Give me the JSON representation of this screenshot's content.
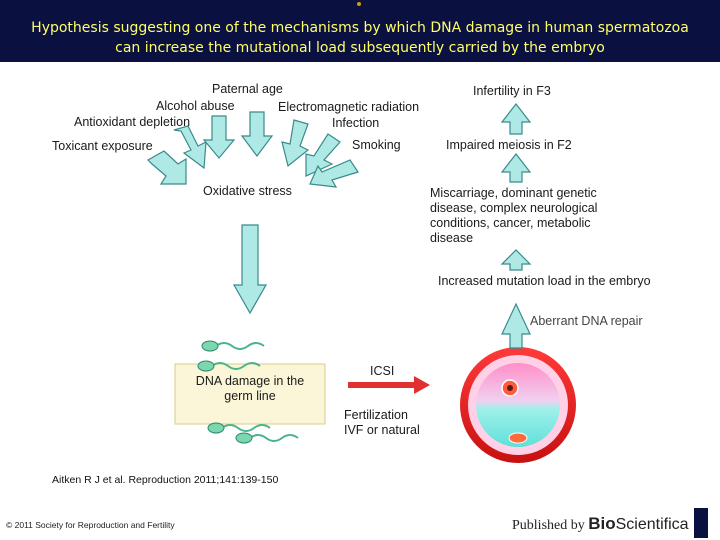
{
  "title": "Hypothesis suggesting one of the mechanisms by which DNA damage in human spermatozoa can increase the mutational load subsequently carried by the embryo",
  "causes": {
    "paternal_age": "Paternal age",
    "alcohol_abuse": "Alcohol abuse",
    "electromagnetic_radiation": "Electromagnetic radiation",
    "antioxidant_depletion": "Antioxidant depletion",
    "infection": "Infection",
    "toxicant_exposure": "Toxicant exposure",
    "smoking": "Smoking"
  },
  "oxidative_stress": "Oxidative stress",
  "dna_damage": "DNA damage in the germ line",
  "icsi": "ICSI",
  "fertilization": "Fertilization IVF or natural",
  "outcomes": {
    "aberrant_dna_repair": "Aberrant DNA repair",
    "increased_mutation_load": "Increased mutation load in the embryo",
    "miscarriage": "Miscarriage, dominant genetic disease, complex neurological conditions, cancer, metabolic disease",
    "impaired_meiosis": "Impaired meiosis in F2",
    "infertility": "Infertility in F3"
  },
  "citation": "Aitken R J et al. Reproduction 2011;141:139-150",
  "copyright": "© 2011 Society for Reproduction and Fertility",
  "publisher_prefix": "Published by",
  "publisher_bio": "Bio",
  "publisher_sci": "Scientifica",
  "colors": {
    "title_bg": "#0a1040",
    "title_text": "#ffff66",
    "arrow_fill": "#aee9e6",
    "arrow_stroke": "#3a8a8a",
    "dna_box": "#fbf6d8"
  }
}
